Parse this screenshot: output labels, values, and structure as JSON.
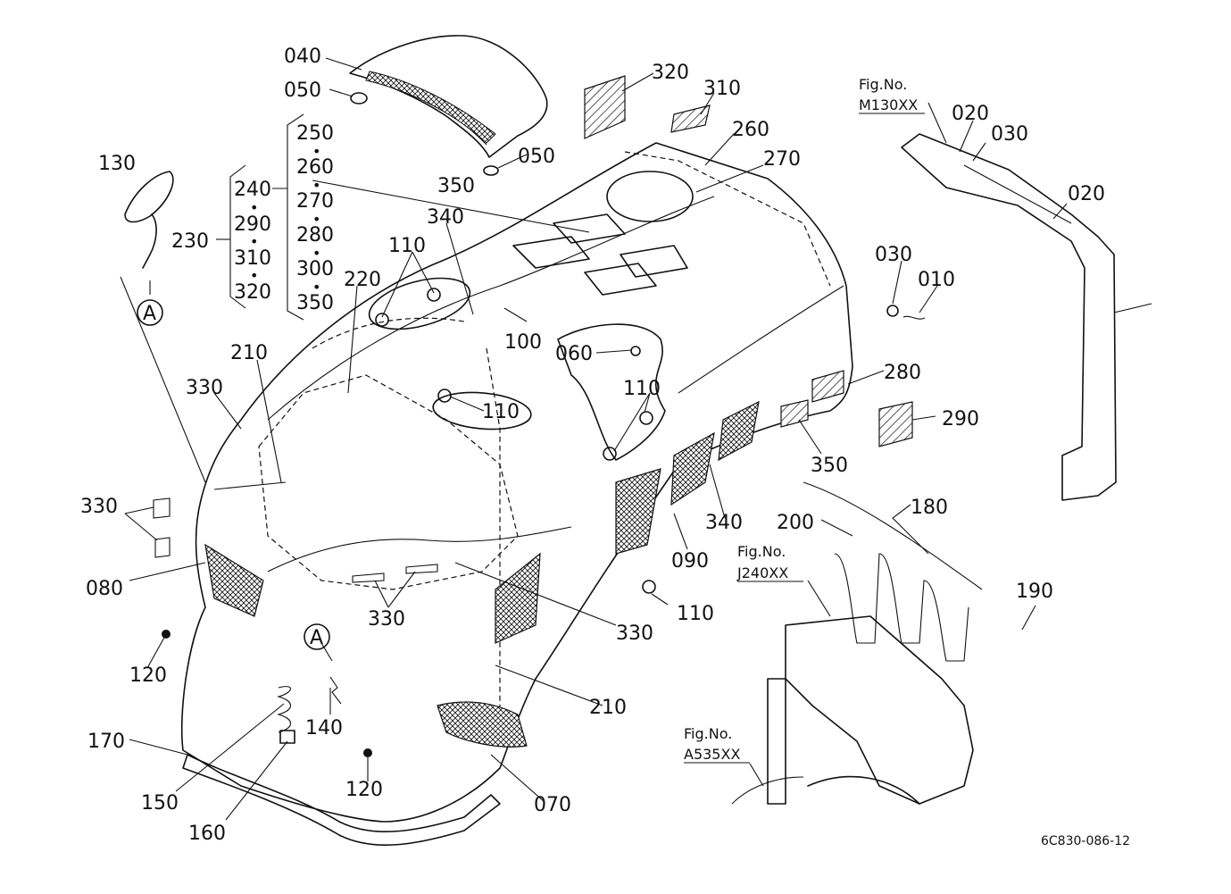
{
  "drawing_code": "6C830-086-12",
  "figure_refs": [
    {
      "id": "m130",
      "line1": "Fig.No.",
      "line2": "M130XX"
    },
    {
      "id": "j240",
      "line1": "Fig.No.",
      "line2": "J240XX"
    },
    {
      "id": "a535",
      "line1": "Fig.No.",
      "line2": "A535XX"
    }
  ],
  "callout_markers": [
    "A",
    "A"
  ],
  "bracket_group": {
    "main": "230",
    "left_column": [
      "240",
      "290",
      "310",
      "320"
    ],
    "right_column": [
      "250",
      "260",
      "270",
      "280",
      "300",
      "350"
    ],
    "separator": "•"
  },
  "part_labels": [
    "040",
    "050",
    "050",
    "320",
    "310",
    "260",
    "270",
    "130",
    "350",
    "340",
    "110",
    "220",
    "100",
    "060",
    "110",
    "110",
    "030",
    "010",
    "020",
    "030",
    "020",
    "210",
    "330",
    "330",
    "280",
    "290",
    "350",
    "340",
    "180",
    "200",
    "080",
    "090",
    "330",
    "110",
    "330",
    "190",
    "120",
    "140",
    "210",
    "170",
    "150",
    "120",
    "160",
    "070"
  ],
  "colors": {
    "ink": "#111111",
    "paper": "#ffffff"
  }
}
